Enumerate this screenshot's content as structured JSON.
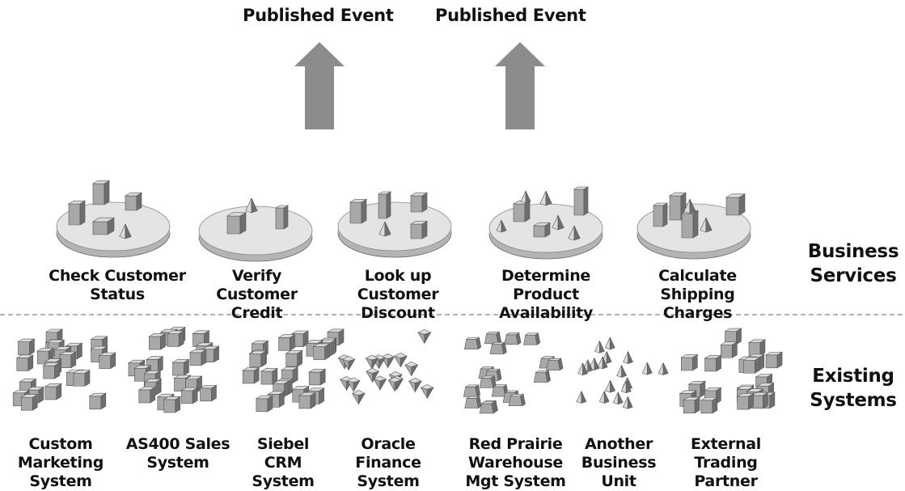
{
  "events": [
    {
      "label": "Published Event"
    },
    {
      "label": "Published Event"
    }
  ],
  "services": [
    {
      "label": "Check Customer\nStatus"
    },
    {
      "label": "Verify Customer\nCredit"
    },
    {
      "label": "Look up\nCustomer Discount"
    },
    {
      "label": "Determine Product\nAvailability"
    },
    {
      "label": "Calculate\nShipping Charges"
    }
  ],
  "systems": [
    {
      "label": "Custom\nMarketing\nSystem",
      "pattern": "boxes"
    },
    {
      "label": "AS400 Sales\nSystem",
      "pattern": "boxes"
    },
    {
      "label": "Siebel\nCRM\nSystem",
      "pattern": "boxes"
    },
    {
      "label": "Oracle\nFinance\nSystem",
      "pattern": "funnels"
    },
    {
      "label": "Red Prairie\nWarehouse\nMgt System",
      "pattern": "trapezoids"
    },
    {
      "label": "Another\nBusiness\nUnit",
      "pattern": "pyramids"
    },
    {
      "label": "External\nTrading\nPartner",
      "pattern": "boxes"
    }
  ],
  "layers": {
    "business": "Business\nServices",
    "existing": "Existing\nSystems"
  },
  "colors": {
    "arrow": "#8c8c8c",
    "disk_top": "#e4e4e4",
    "disk_side": "#b4b4b4",
    "shape_light": "#dcdcdc",
    "shape_mid": "#a8a8a8",
    "shape_dark": "#6e6e6e",
    "divider": "#999999"
  }
}
